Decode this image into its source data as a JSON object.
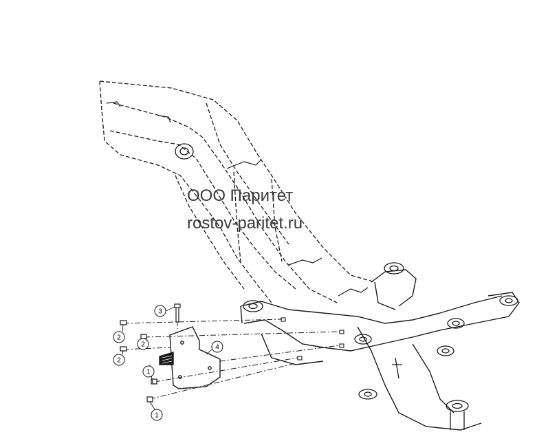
{
  "watermark": {
    "company": "ООО Паритет",
    "website": "rostov-paritet.ru"
  },
  "callouts": [
    {
      "id": "c3",
      "label": "3"
    },
    {
      "id": "c2a",
      "label": "2"
    },
    {
      "id": "c2b",
      "label": "2"
    },
    {
      "id": "c2c",
      "label": "2"
    },
    {
      "id": "c4",
      "label": "4"
    },
    {
      "id": "c1a",
      "label": "1"
    },
    {
      "id": "c1b",
      "label": "1"
    }
  ],
  "colors": {
    "line": "#1a1a1a",
    "watermark": "#3a3a3a",
    "background": "#ffffff"
  }
}
